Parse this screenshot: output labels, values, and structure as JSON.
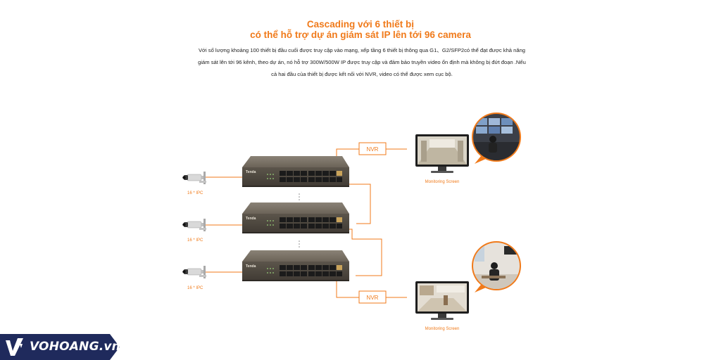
{
  "header": {
    "title_line1": "Cascading với 6 thiết bị",
    "title_line2": "có thể hỗ trợ dự án giám sát IP lên tới 96 camera"
  },
  "description": {
    "line1": "Với số lượng khoảng 100 thiết bị đầu cuối được truy cập vào mạng, xếp tầng 6 thiết bị thông qua G1、G2/SFP2có thể đạt được khả năng",
    "line2": "giám sát lên tới 96 kênh, theo dự án, nó hỗ trợ 300W/500W IP được truy cập và đảm bảo truyền video ổn định mà không bị đứt đoạn .Nếu",
    "line3": "cả hai đầu của thiết bị được kết nối với NVR, video có thể được xem cục bộ."
  },
  "diagram": {
    "ipc_label": "16 * IPC",
    "nvr_label": "NVR",
    "monitor_label": "Monitoring Screen",
    "switch_brand": "Tenda",
    "line_color": "#f07a1a",
    "switch_color": "#6b6358"
  },
  "footer": {
    "brand": "VOHOANG.vn",
    "brand_color": "#1f2a5c"
  }
}
